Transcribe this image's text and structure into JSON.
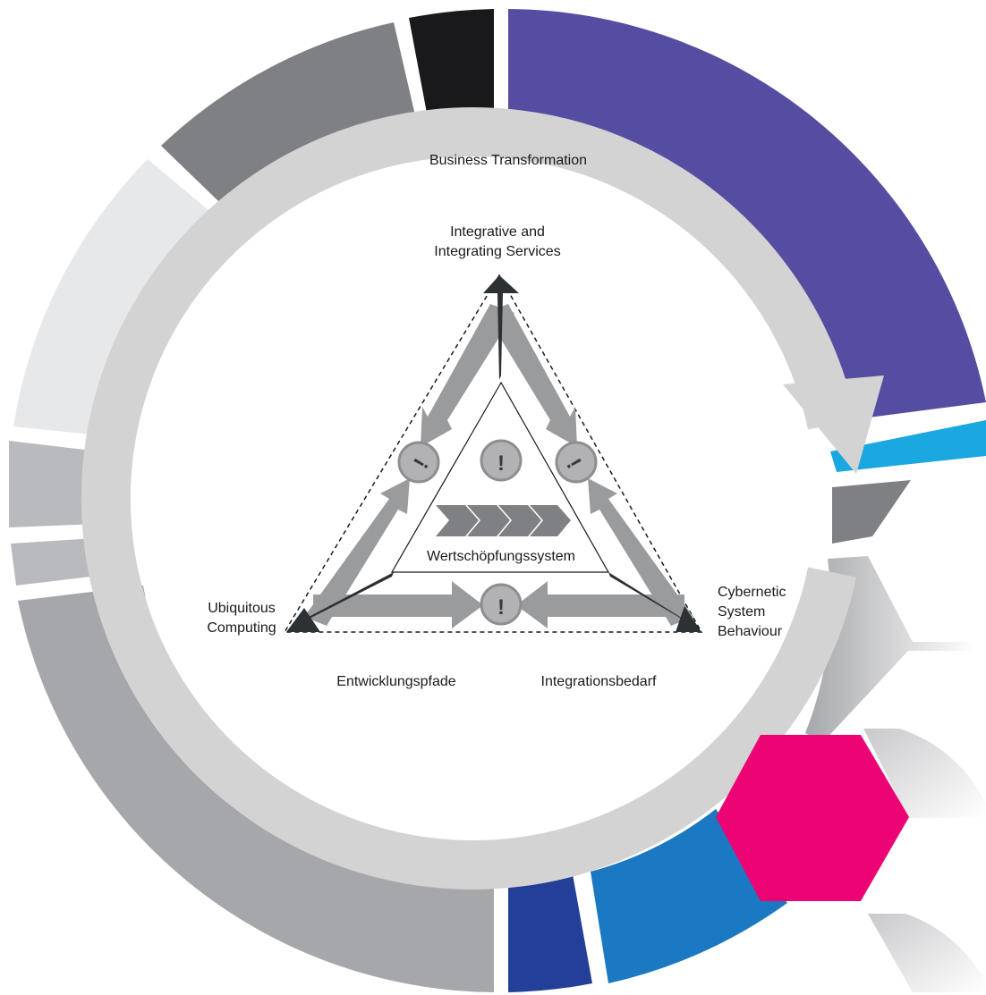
{
  "ring_label": "Business Transformation",
  "vertices": {
    "top": {
      "line1": "Integrative and",
      "line2": "Integrating Services"
    },
    "left": {
      "line1": "Ubiquitous",
      "line2": "Computing"
    },
    "right": {
      "line1": "Cybernetic",
      "line2": "System",
      "line3": "Behaviour"
    }
  },
  "center_label": "Wertschöpfungssystem",
  "bottom_labels": {
    "left": "Entwicklungspfade",
    "right": "Integrationsbedarf"
  },
  "markers": {
    "exclamation": "!",
    "tilted": "!"
  },
  "colors": {
    "purple": "#554da1",
    "cyan": "#1ba7e0",
    "navy": "#233f97",
    "blue": "#1b78c2",
    "magenta": "#ec0474",
    "black": "#19181a",
    "dark_gray": "#7f8083",
    "mid_gray": "#a6a7aa",
    "light_gray": "#b9babd",
    "pale_gray": "#e7e8ea",
    "ring_gray": "#d3d3d3",
    "arrow_gray": "#9a9b9d",
    "marker_gray": "#b2b2b4",
    "tip_dark": "#2c3133"
  }
}
